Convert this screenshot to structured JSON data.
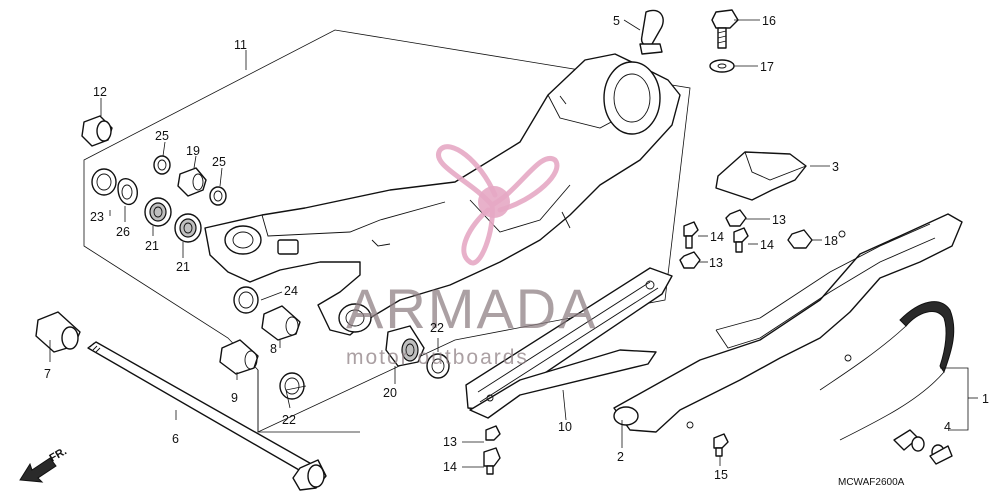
{
  "callouts": {
    "c1": "1",
    "c2": "2",
    "c3": "3",
    "c4": "4",
    "c5": "5",
    "c6": "6",
    "c7": "7",
    "c8": "8",
    "c9": "9",
    "c10": "10",
    "c11": "11",
    "c12": "12",
    "c13a": "13",
    "c13b": "13",
    "c13c": "13",
    "c14a": "14",
    "c14b": "14",
    "c14c": "14",
    "c15": "15",
    "c16": "16",
    "c17": "17",
    "c18": "18",
    "c19": "19",
    "c20": "20",
    "c21a": "21",
    "c21b": "21",
    "c22a": "22",
    "c22b": "22",
    "c23": "23",
    "c24": "24",
    "c25a": "25",
    "c25b": "25",
    "c26": "26"
  },
  "diagram_code": "MCWAF2600A",
  "front_arrow_label": "FR.",
  "watermark": {
    "brand": "ARMADA",
    "tagline": "motor outboards",
    "logo_color": "#e6a8c4"
  }
}
